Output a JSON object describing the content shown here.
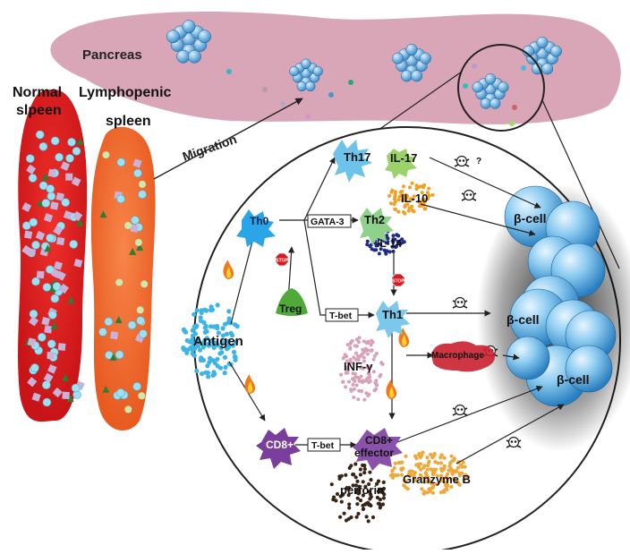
{
  "labels": {
    "pancreas": "Pancreas",
    "normal_spleen_line1": "Normal",
    "normal_spleen_line2": "slpeen",
    "lymphopenic_line1": "Lymphopenic",
    "lymphopenic_line2": "spleen",
    "migration": "Migration",
    "antigen": "Antigen",
    "th0": "Th0",
    "th17": "Th17",
    "il17": "IL-17",
    "question": "?",
    "gata3": "GATA-3",
    "th2": "Th2",
    "il10": "IL-10",
    "il14": "IL-14",
    "treg": "Treg",
    "stop1": "STOP",
    "stop2": "STOP",
    "tbet1": "T-bet",
    "th1": "Th1",
    "infg": "INF-γ",
    "macrophage": "Macrophage",
    "cd8": "CD8+",
    "tbet2": "T-bet",
    "cd8_effector_line1": "CD8+",
    "cd8_effector_line2": "effector",
    "granzyme": "Granzyme B",
    "perforin": "perforin",
    "beta1": "β-cell",
    "beta2": "β-cell",
    "beta3": "β-cell"
  },
  "colors": {
    "pancreas": "#d9a6b8",
    "normal_spleen": "#e8191f",
    "lymphopenic_spleen": "#f26a2a",
    "antigen_dots": "#3cb4e6",
    "th0": "#2aa6e8",
    "th17": "#6ec3ea",
    "il17": "#9bd26b",
    "th2": "#8fd08a",
    "il10": "#f2a020",
    "il14": "#1f2a8a",
    "stop": "#d81920",
    "treg": "#4faa3a",
    "th1": "#7cc8ea",
    "infg": "#d9a0b8",
    "macrophage": "#c8202d",
    "cd8": "#7a3f9c",
    "granzyme": "#f0a83a",
    "perforin": "#3a2418",
    "beta_cell": "#4aa8e0"
  },
  "icons": [
    "flame-icon",
    "skull-icon",
    "stop-sign-icon",
    "islet-icon"
  ]
}
